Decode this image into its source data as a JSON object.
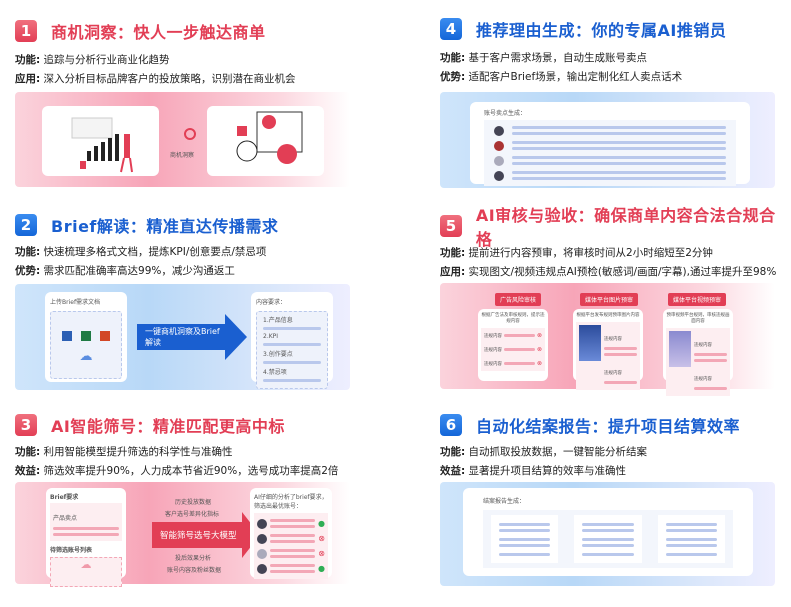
{
  "sections": [
    {
      "num": "1",
      "title": "商机洞察：快人一步触达商单",
      "l1k": "功能:",
      "l1": " 追踪与分析行业商业化趋势",
      "l2k": "应用:",
      "l2": " 深入分析目标品牌客户的投放策略，识别潜在商业机会",
      "visual": {
        "center_label": "商机洞察"
      }
    },
    {
      "num": "2",
      "title": "Brief解读：精准直达传播需求",
      "l1k": "功能:",
      "l1": " 快速梳理多格式文档，提炼KPI/创意要点/禁忌项",
      "l2k": "优势:",
      "l2": " 需求匹配准确率高达99%，减少沟通返工",
      "visual": {
        "upload_title": "上传Brief需求文档",
        "arrow": "一键商机洞察及Brief解读",
        "result_title": "内容要求：",
        "items": [
          "1.产品信息",
          "2.KPI",
          "3.创作要点",
          "4.禁忌项"
        ]
      }
    },
    {
      "num": "3",
      "title": "AI智能筛号：精准匹配更高中标",
      "l1k": "功能:",
      "l1": " 利用智能模型提升筛选的科学性与准确性",
      "l2k": "效益:",
      "l2": " 筛选效率提升90%，人力成本节省近90%，选号成功率提高2倍",
      "visual": {
        "brief_title": "Brief要求",
        "brief_field": "产品卖点",
        "list_title": "待筛选账号列表",
        "inputs_top": [
          "历史投放数据",
          "客户选号差异化指标"
        ],
        "arrow": "智能筛号选号大模型",
        "inputs_bottom": [
          "投后效果分析",
          "账号内容及粉丝数据"
        ],
        "result_title": "AI仔细的分析了brief要求，筛选出最优账号：",
        "results": [
          "pass",
          "fail",
          "fail",
          "pass"
        ]
      }
    },
    {
      "num": "4",
      "title": "推荐理由生成：你的专属AI推销员",
      "l1k": "功能:",
      "l1": " 基于客户需求场景，自动生成账号卖点",
      "l2k": "优势:",
      "l2": " 适配客户Brief场景，输出定制化红人卖点话术",
      "visual": {
        "card_title": "账号卖点生成："
      }
    },
    {
      "num": "5",
      "title": "AI审核与验收：确保商单内容合法合规合格",
      "l1k": "功能:",
      "l1": " 提前进行内容预审，将审核时间从2小时缩短至2分钟",
      "l2k": "应用:",
      "l2": " 实现图文/视频违规点AI预检(敏感词/画面/字幕),通过率提升至98%",
      "visual": {
        "cards": [
          {
            "tag": "广告风险审核",
            "desc": "根据广告法及审核规则，提示违规内容",
            "rows": [
              "违规内容",
              "违规内容",
              "违规内容"
            ]
          },
          {
            "tag": "媒体平台图片预审",
            "desc": "根据平台发布规则预审图片内容",
            "rows": [
              "违规内容",
              "违规内容"
            ]
          },
          {
            "tag": "媒体平台视频预审",
            "desc": "预审视频平台规则，审核违规画面内容",
            "rows": [
              "违规内容",
              "违规内容"
            ]
          }
        ]
      }
    },
    {
      "num": "6",
      "title": "自动化结案报告：提升项目结算效率",
      "l1k": "功能:",
      "l1": " 自动抓取投放数据，一键智能分析结案",
      "l2k": "效益:",
      "l2": " 显著提升项目结算的效率与准确性",
      "visual": {
        "card_title": "结案报告生成："
      }
    }
  ]
}
